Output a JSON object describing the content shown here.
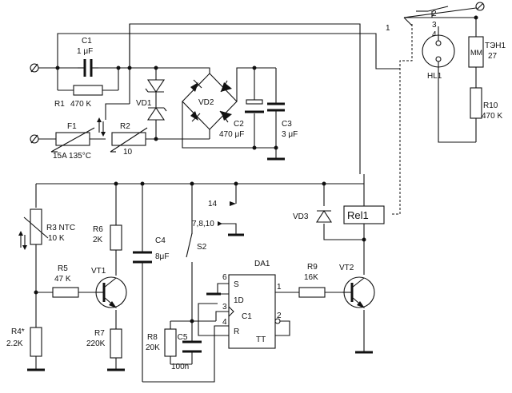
{
  "schematic": {
    "C1": {
      "ref": "C1",
      "value": "1 μF"
    },
    "R1": {
      "ref": "R1",
      "value": "470 K"
    },
    "VD1": {
      "ref": "VD1"
    },
    "VD2": {
      "ref": "VD2"
    },
    "F1": {
      "ref": "F1",
      "value": "15A 135°C"
    },
    "R2": {
      "ref": "R2",
      "value": "10"
    },
    "C2": {
      "ref": "C2",
      "value": "470 μF"
    },
    "C3": {
      "ref": "C3",
      "value": "3 μF"
    },
    "TEN1": {
      "ref": "ТЭН1",
      "value": "27"
    },
    "MM": {
      "text": "MM"
    },
    "HL1": {
      "ref": "HL1"
    },
    "R10": {
      "ref": "R10",
      "value": "470 K"
    },
    "pins": {
      "p1": "1",
      "p2": "2",
      "p3": "3",
      "p4": "4",
      "d1": "1",
      "d2": "2",
      "d3": "3",
      "d4": "4",
      "d6": "6"
    },
    "R3": {
      "ref": "R3 NTC",
      "value": "10 K"
    },
    "R6": {
      "ref": "R6",
      "value": "2K"
    },
    "C4": {
      "ref": "C4",
      "value": "8μF"
    },
    "S2": {
      "ref": "S2"
    },
    "pin14": "14",
    "pin7810": "7,8,10",
    "VD3": {
      "ref": "VD3"
    },
    "Rel1": {
      "ref": "Rel1"
    },
    "R5": {
      "ref": "R5",
      "value": "47 K"
    },
    "VT1": {
      "ref": "VT1"
    },
    "VT2": {
      "ref": "VT2"
    },
    "R9": {
      "ref": "R9",
      "value": "16K"
    },
    "DA1": {
      "ref": "DA1",
      "S": "S",
      "D": "1D",
      "C": "C1",
      "R": "R",
      "TT": "TT"
    },
    "R4": {
      "ref": "R4*",
      "value": "2.2K"
    },
    "R7": {
      "ref": "R7",
      "value": "220K"
    },
    "R8": {
      "ref": "R8",
      "value": "20K"
    },
    "C5": {
      "ref": "C5",
      "value": "100n"
    }
  }
}
